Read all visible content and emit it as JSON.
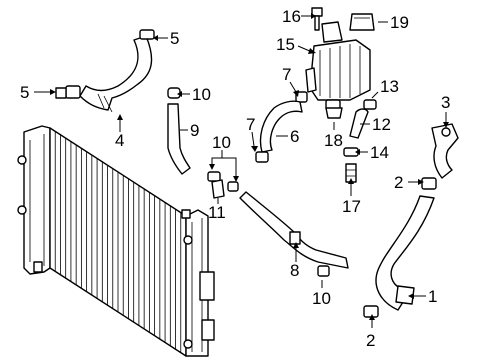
{
  "diagram": {
    "callouts": [
      {
        "id": "c1",
        "label": "1"
      },
      {
        "id": "c2a",
        "label": "2"
      },
      {
        "id": "c2b",
        "label": "2"
      },
      {
        "id": "c3",
        "label": "3"
      },
      {
        "id": "c4",
        "label": "4"
      },
      {
        "id": "c5a",
        "label": "5"
      },
      {
        "id": "c5b",
        "label": "5"
      },
      {
        "id": "c6",
        "label": "6"
      },
      {
        "id": "c7a",
        "label": "7"
      },
      {
        "id": "c7b",
        "label": "7"
      },
      {
        "id": "c8",
        "label": "8"
      },
      {
        "id": "c9",
        "label": "9"
      },
      {
        "id": "c10a",
        "label": "10"
      },
      {
        "id": "c10b",
        "label": "10"
      },
      {
        "id": "c10c",
        "label": "10"
      },
      {
        "id": "c11",
        "label": "11"
      },
      {
        "id": "c12",
        "label": "12"
      },
      {
        "id": "c13",
        "label": "13"
      },
      {
        "id": "c14",
        "label": "14"
      },
      {
        "id": "c15",
        "label": "15"
      },
      {
        "id": "c16",
        "label": "16"
      },
      {
        "id": "c17",
        "label": "17"
      },
      {
        "id": "c18",
        "label": "18"
      },
      {
        "id": "c19",
        "label": "19"
      }
    ]
  }
}
